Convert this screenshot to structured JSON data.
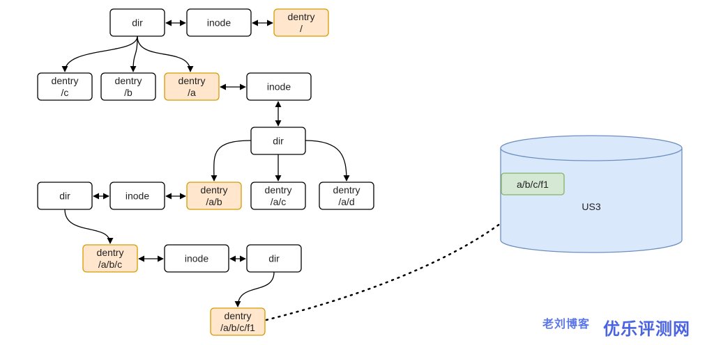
{
  "colors": {
    "plain_fill": "#ffffff",
    "plain_stroke": "#000000",
    "highlight_fill": "#ffe6cc",
    "highlight_stroke": "#d79b00",
    "file_fill": "#d5e8d4",
    "file_stroke": "#82b366",
    "cylinder_fill": "#dae8fc",
    "cylinder_stroke": "#6c8ebf",
    "watermark_1": "#5b76e8",
    "watermark_2": "#4a63e0"
  },
  "nodes": {
    "dir_root": [
      "dir"
    ],
    "inode_root": [
      "inode"
    ],
    "dentry_root": [
      "dentry",
      "/"
    ],
    "dentry_c": [
      "dentry",
      "/c"
    ],
    "dentry_b": [
      "dentry",
      "/b"
    ],
    "dentry_a": [
      "dentry",
      "/a"
    ],
    "inode_a": [
      "inode"
    ],
    "dir_a": [
      "dir"
    ],
    "dir_ab": [
      "dir"
    ],
    "inode_ab": [
      "inode"
    ],
    "dentry_ab": [
      "dentry",
      "/a/b"
    ],
    "dentry_ac": [
      "dentry",
      "/a/c"
    ],
    "dentry_ad": [
      "dentry",
      "/a/d"
    ],
    "dentry_abc": [
      "dentry",
      "/a/b/c"
    ],
    "inode_abc": [
      "inode"
    ],
    "dir_abc": [
      "dir"
    ],
    "dentry_abcf1": [
      "dentry",
      "/a/b/c/f1"
    ]
  },
  "storage": {
    "label": "US3",
    "object_key": "a/b/c/f1"
  },
  "watermark": {
    "text_1": "老刘博客",
    "text_2": "优乐评测网"
  }
}
